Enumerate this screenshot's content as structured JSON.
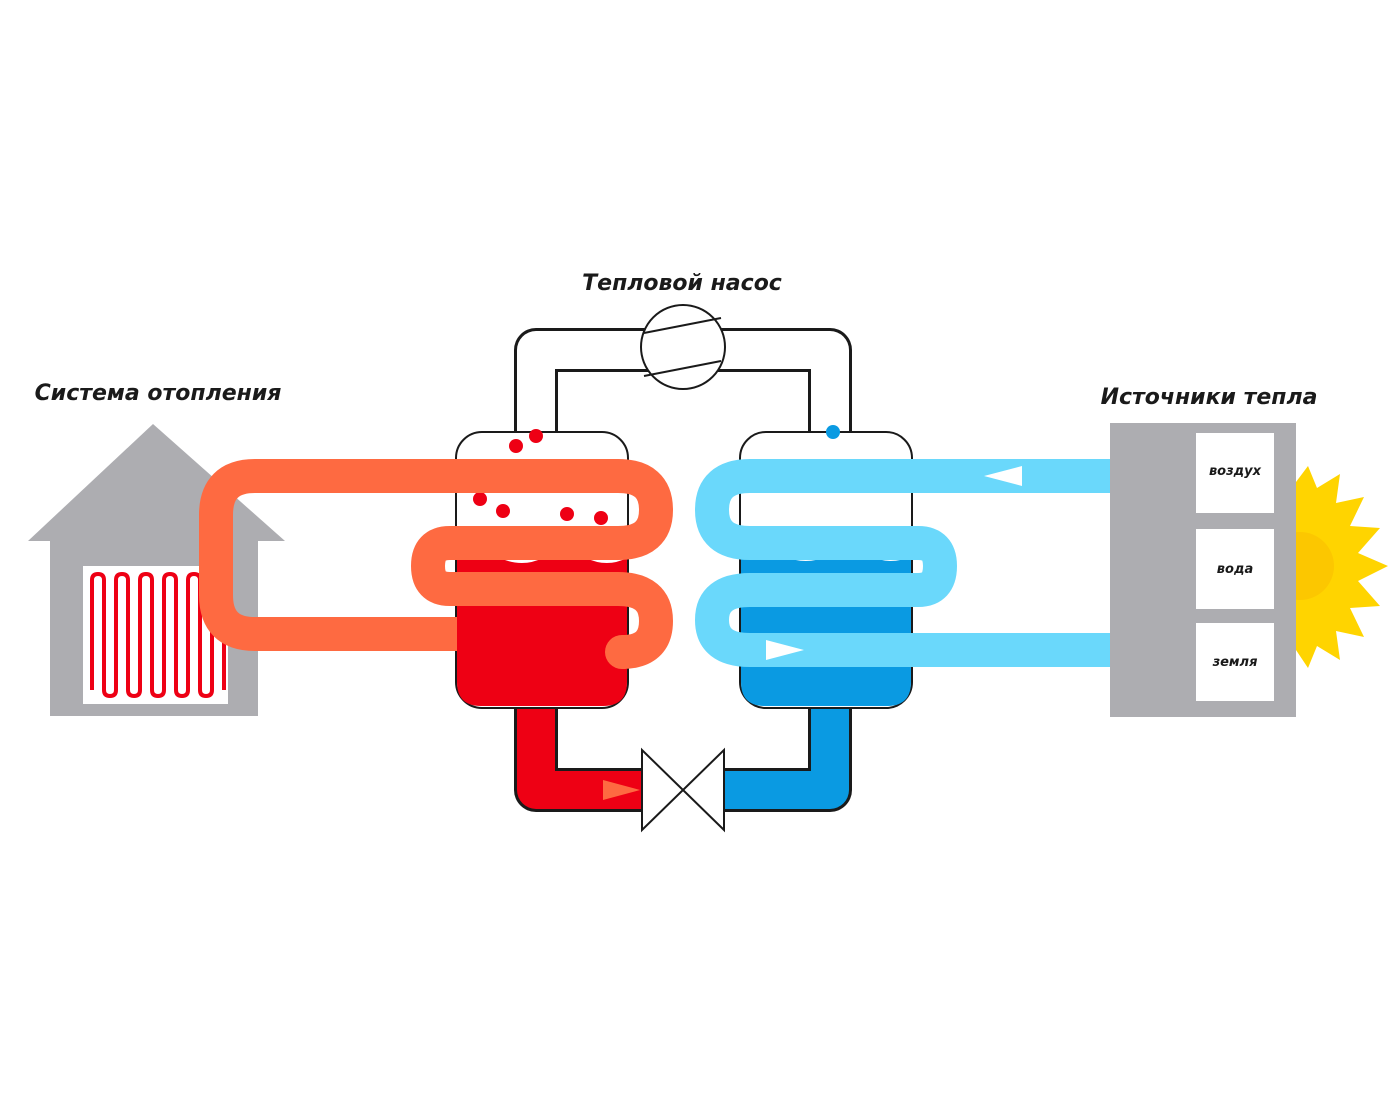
{
  "labels": {
    "heating_system": "Система отопления",
    "heat_pump": "Тепловой насос",
    "heat_sources": "Источники тепла"
  },
  "sources": [
    "воздух",
    "вода",
    "земля"
  ],
  "colors": {
    "hot_loop": "#fe6a41",
    "hot_liquid": "#ee0014",
    "cold_loop": "#6ad8fb",
    "cold_liquid": "#0a9ae2",
    "gray": "#adadb1",
    "sun": "#ffd400",
    "outline": "#1a1a1a"
  },
  "icons": [
    "house-icon",
    "radiator-icon",
    "compressor-icon",
    "expansion-valve-icon",
    "sun-icon"
  ]
}
